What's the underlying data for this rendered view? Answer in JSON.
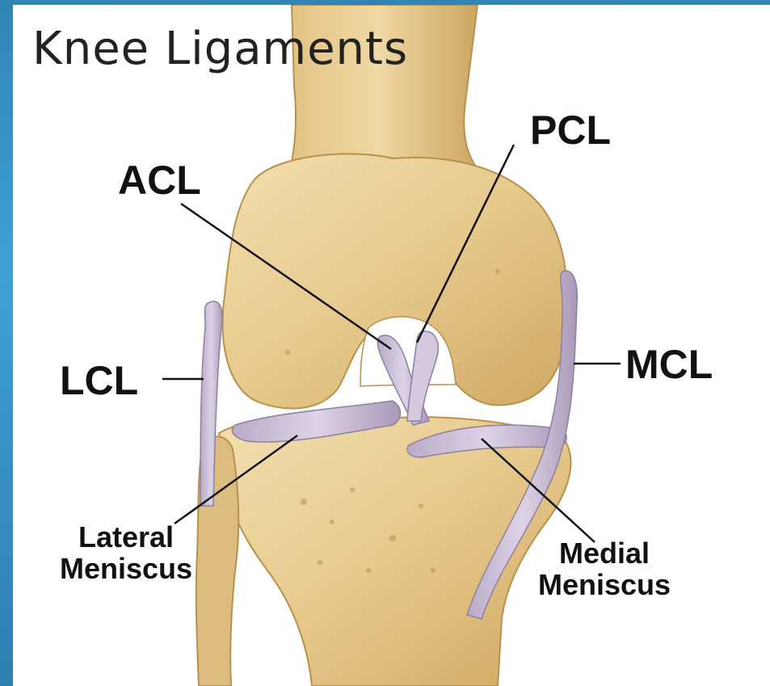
{
  "title": "Knee Ligaments",
  "labels": {
    "acl": "ACL",
    "pcl": "PCL",
    "lcl": "LCL",
    "mcl": "MCL",
    "lateral_meniscus_line1": "Lateral",
    "lateral_meniscus_line2": "Meniscus",
    "medial_meniscus_line1": "Medial",
    "medial_meniscus_line2": "Meniscus"
  },
  "colors": {
    "border": "#3fa0d4",
    "bone": "#e9cf95",
    "bone_shadow": "#c9a35e",
    "ligament": "#cbbfd6",
    "ligament_edge": "#8f7f9f",
    "leader_line": "#111111"
  }
}
